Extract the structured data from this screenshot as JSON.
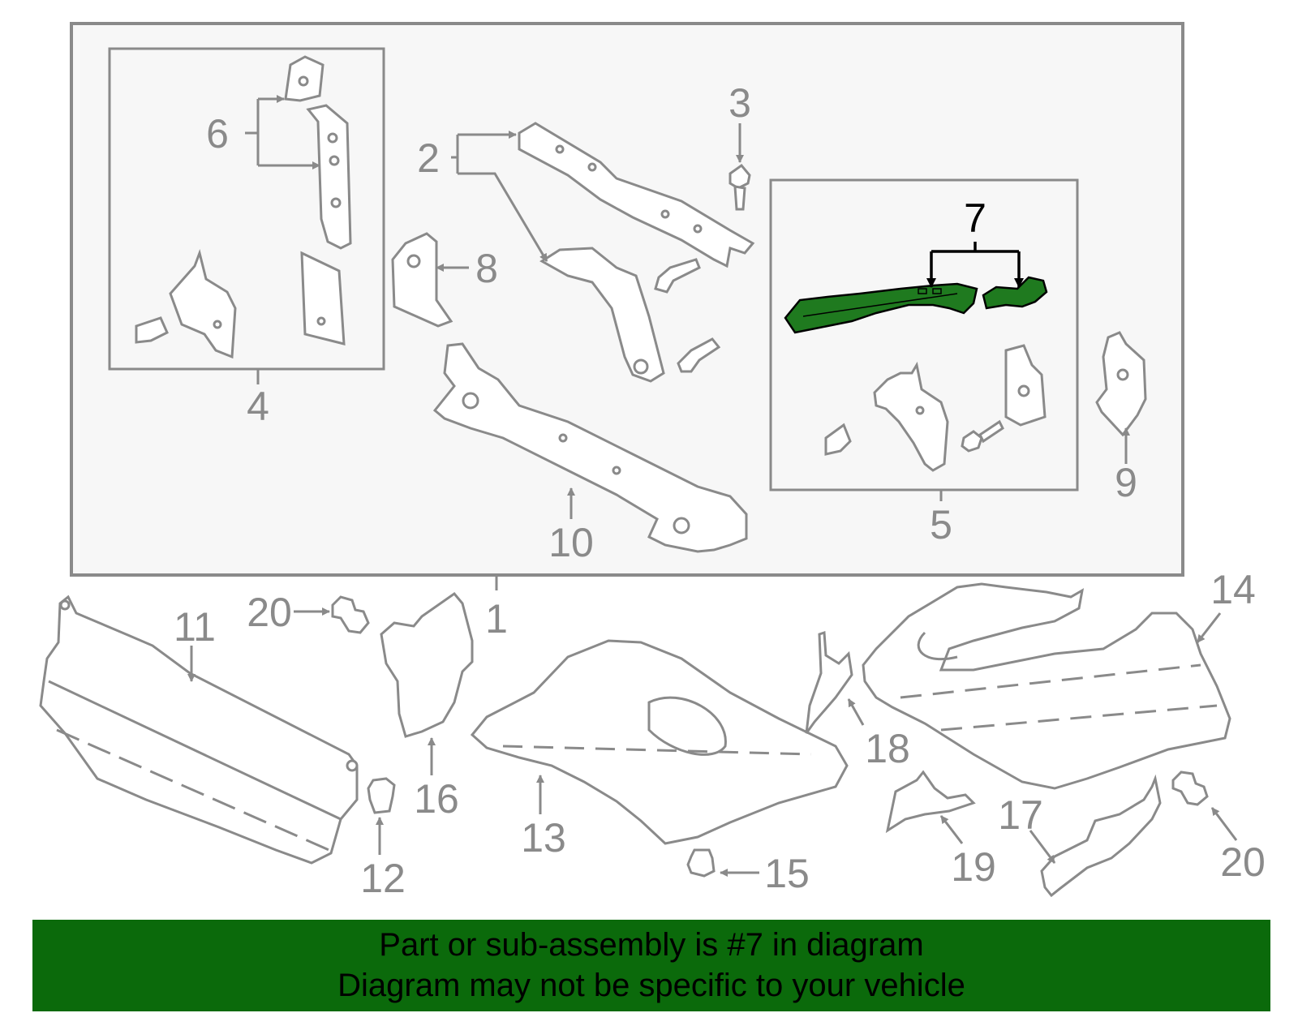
{
  "callouts": {
    "n1": "1",
    "n2": "2",
    "n3": "3",
    "n4": "4",
    "n5": "5",
    "n6": "6",
    "n7": "7",
    "n8": "8",
    "n9": "9",
    "n10": "10",
    "n11": "11",
    "n12": "12",
    "n13": "13",
    "n14": "14",
    "n15": "15",
    "n16": "16",
    "n17": "17",
    "n18": "18",
    "n19": "19",
    "n20a": "20",
    "n20b": "20"
  },
  "highlighted_part": "7",
  "banner": {
    "line1": "Part or sub-assembly is #7 in diagram",
    "line2": "Diagram may not be specific to your vehicle"
  },
  "colors": {
    "highlight_fill": "#1f7a1f",
    "banner_bg": "#0b6a0b",
    "line_gray": "#8a8a8a",
    "panel_bg": "#f7f7f7"
  }
}
